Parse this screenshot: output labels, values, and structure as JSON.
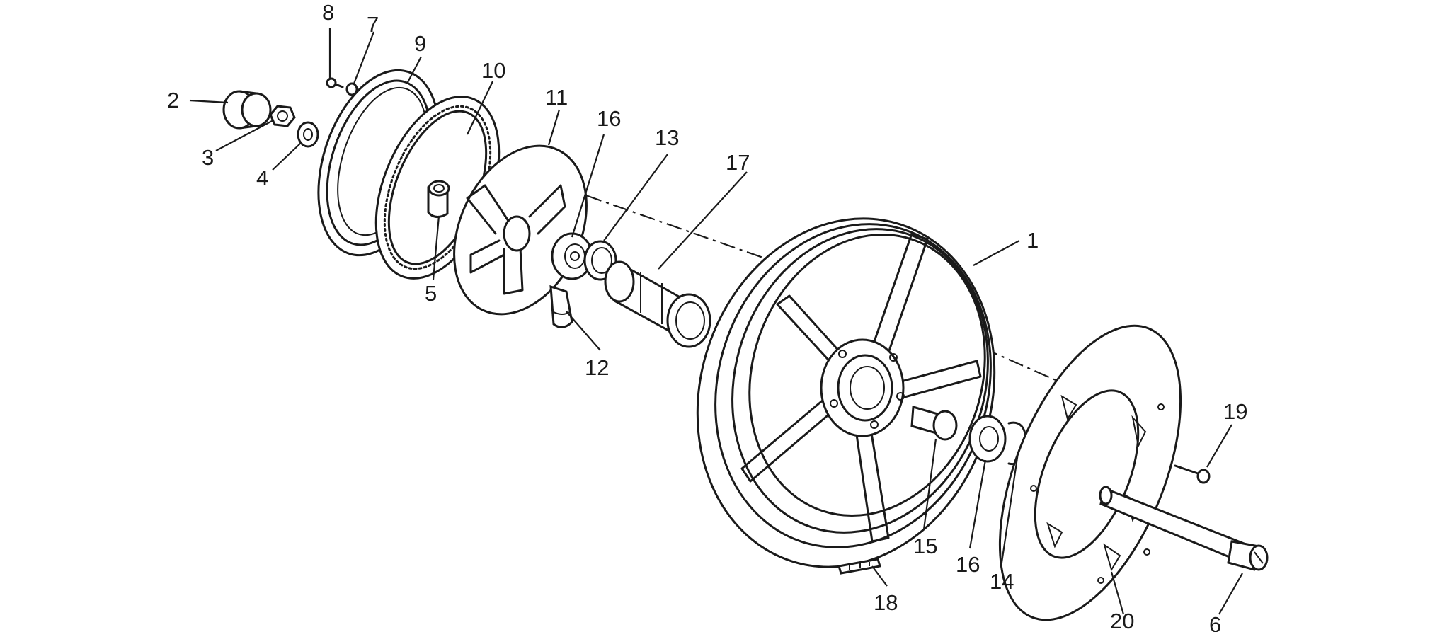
{
  "callouts": {
    "c1": "1",
    "c2": "2",
    "c3": "3",
    "c4": "4",
    "c5": "5",
    "c6": "6",
    "c7": "7",
    "c8": "8",
    "c9": "9",
    "c10": "10",
    "c11": "11",
    "c12": "12",
    "c13": "13",
    "c14": "14",
    "c15": "15",
    "c16a": "16",
    "c16b": "16",
    "c17": "17",
    "c18": "18",
    "c19": "19",
    "c20": "20"
  },
  "colors": {
    "line": "#1a1a1a",
    "background": "#ffffff"
  }
}
